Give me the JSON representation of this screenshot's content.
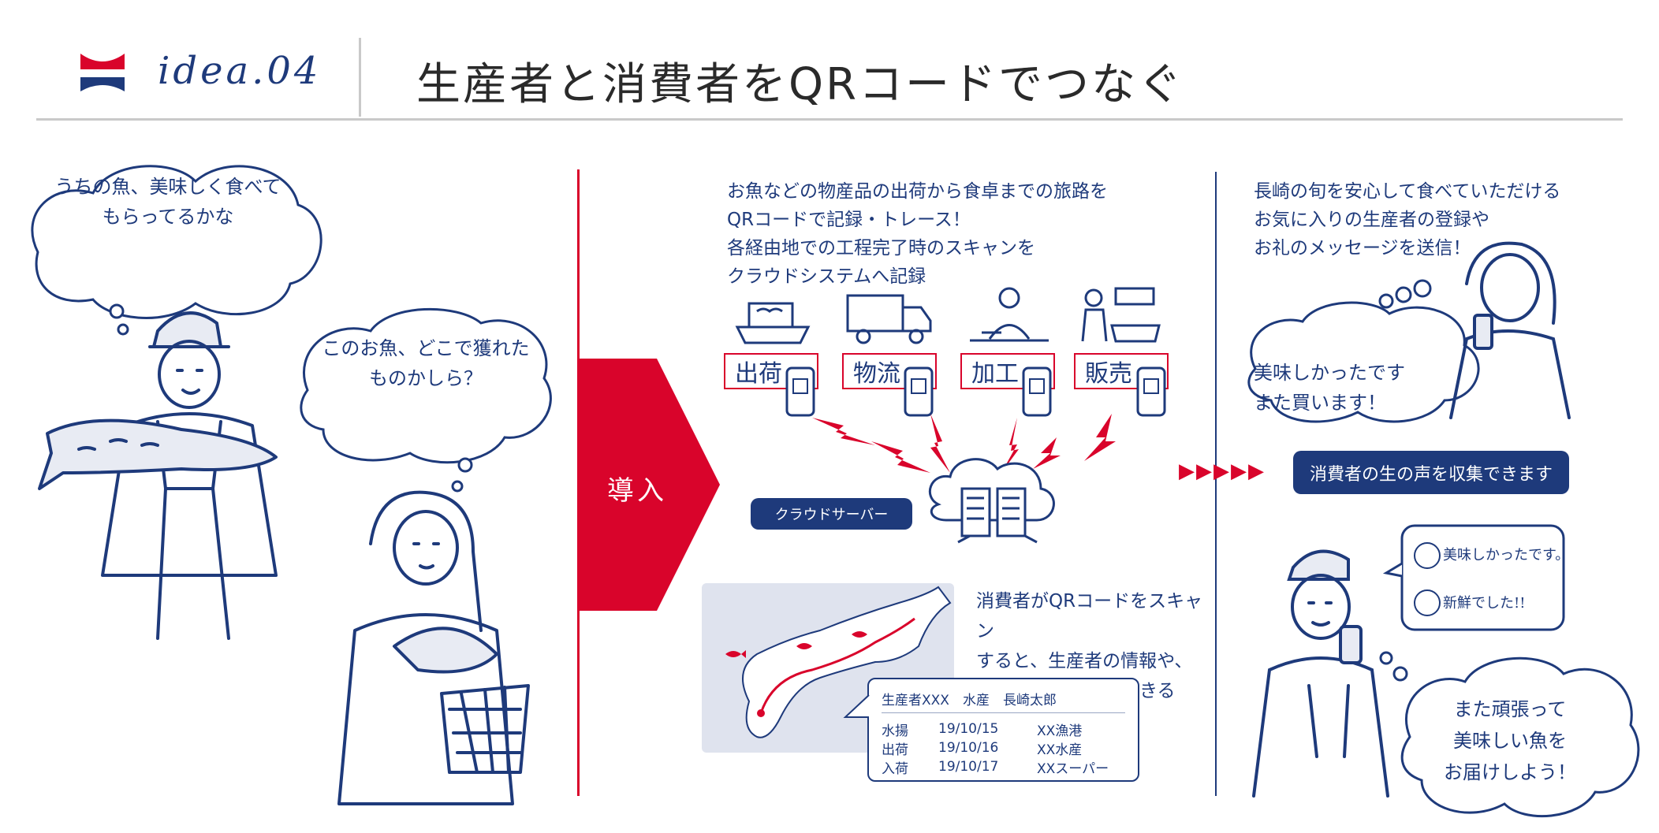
{
  "header": {
    "idea_label": "idea.04",
    "title": "生産者と消費者をQRコードでつなぐ"
  },
  "left": {
    "producer_thought": "うちの魚、美味しく食べて\nもらってるかな",
    "consumer_thought": "このお魚、どこで獲れた\nものかしら？"
  },
  "center": {
    "intro_label": "導入",
    "description": "お魚などの物産品の出荷から食卓までの旅路を\nQRコードで記録・トレース！\n各経由地での工程完了時のスキャンを\nクラウドシステムへ記録",
    "steps": [
      "出荷",
      "物流",
      "加工",
      "販売"
    ],
    "cloud_label": "クラウドサーバー",
    "scan_note": "消費者がQRコードをスキャン\nすると、生産者の情報や、\n旅した道筋が確認できる",
    "card": {
      "header": "生産者XXX　水産　長崎太郎",
      "rows": [
        {
          "action": "水揚",
          "date": "19/10/15",
          "place": "XX漁港"
        },
        {
          "action": "出荷",
          "date": "19/10/16",
          "place": "XX水産"
        },
        {
          "action": "入荷",
          "date": "19/10/17",
          "place": "XXスーパー"
        }
      ]
    }
  },
  "right": {
    "description": "長崎の旬を安心して食べていただける\nお気に入りの生産者の登録や\nお礼のメッセージを送信！",
    "consumer_bubble": "美味しかったです\nまた買います！",
    "arrows": "▶▶▶▶▶",
    "collect_label": "消費者の生の声を収集できます",
    "messages": [
      "美味しかったです。",
      "新鮮でした!!"
    ],
    "producer_bubble": "また頑張って\n美味しい魚を\nお届けしよう！"
  },
  "colors": {
    "navy": "#1e3a7b",
    "red": "#d9042b",
    "gray": "#c9c9c9",
    "map_bg": "#dfe3ee"
  }
}
